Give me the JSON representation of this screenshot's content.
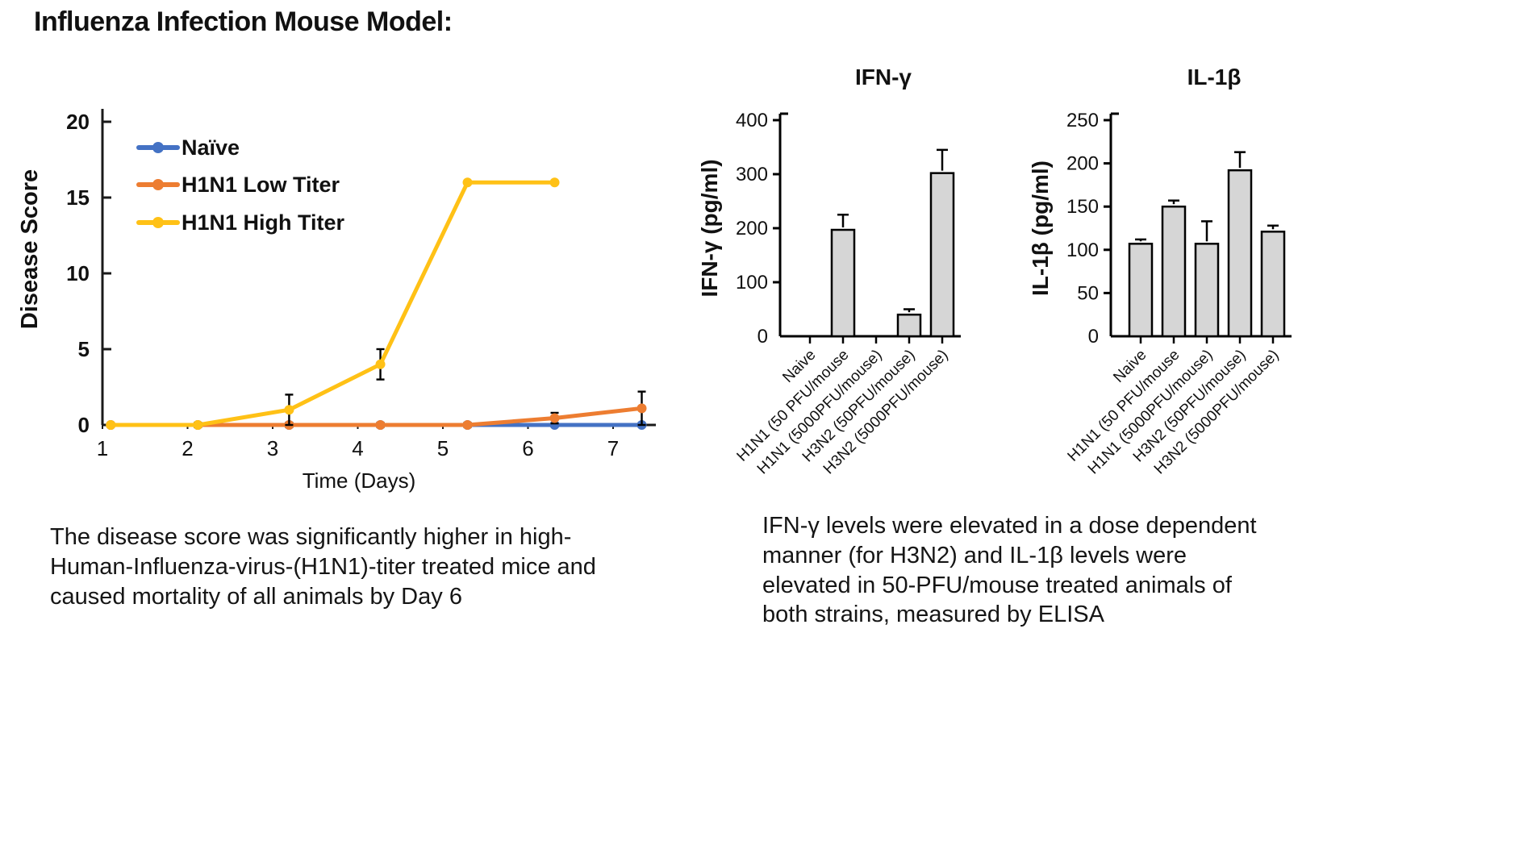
{
  "page": {
    "title": "Influenza Infection Mouse Model:"
  },
  "colors": {
    "naive_blue": "#4472C4",
    "low_titer_orange": "#ED7D31",
    "high_titer_yellow": "#FFC116",
    "bar_fill": "#D6D6D6",
    "bar_stroke": "#000000",
    "axis": "#1a1a1a",
    "text": "#111111"
  },
  "chart_data": [
    {
      "type": "line",
      "title": "",
      "xlabel": "Time (Days)",
      "ylabel": "Disease Score",
      "xlim": [
        0.95,
        7.62
      ],
      "ylim": [
        0,
        20
      ],
      "xticks": [
        1,
        2,
        3,
        4,
        5,
        6,
        7
      ],
      "yticks": [
        0,
        5,
        10,
        15,
        20
      ],
      "grid": false,
      "legend_position": "inside-top-left",
      "series": [
        {
          "name": "Naïve",
          "color": "#4472C4",
          "x": [
            1.05,
            2.1,
            3.2,
            4.3,
            5.35,
            6.4,
            7.45
          ],
          "y": [
            0,
            0,
            0,
            0,
            0,
            0,
            0
          ],
          "err": [
            0,
            0,
            0,
            0,
            0,
            0,
            0
          ]
        },
        {
          "name": "H1N1 Low Titer",
          "color": "#ED7D31",
          "x": [
            1.05,
            2.1,
            3.2,
            4.3,
            5.35,
            6.4,
            7.45
          ],
          "y": [
            0,
            0,
            0,
            0,
            0,
            0.45,
            1.1
          ],
          "err": [
            0,
            0,
            0.15,
            0.15,
            0.15,
            0.35,
            1.1
          ]
        },
        {
          "name": "H1N1 High Titer",
          "color": "#FFC116",
          "x": [
            1.05,
            2.1,
            3.2,
            4.3,
            5.35,
            6.4
          ],
          "y": [
            0,
            0,
            1,
            4,
            16,
            16
          ],
          "err": [
            0,
            0.15,
            1,
            1,
            0,
            0
          ]
        }
      ]
    },
    {
      "type": "bar",
      "title": "IFN-γ",
      "ylabel": "IFN-γ (pg/ml)",
      "ylim": [
        0,
        400
      ],
      "yticks": [
        0,
        100,
        200,
        300,
        400
      ],
      "categories": [
        "Naive",
        "H1N1 (50 PFU/mouse",
        "H1N1 (5000PFU/mouse)",
        "H3N2 (50PFU/mouse)",
        "H3N2 (5000PFU/mouse)"
      ],
      "values": [
        0,
        197,
        0,
        40,
        302
      ],
      "errors": [
        0,
        28,
        0,
        10,
        43
      ]
    },
    {
      "type": "bar",
      "title": "IL-1β",
      "ylabel": "IL-1β (pg/ml)",
      "ylim": [
        0,
        250
      ],
      "yticks": [
        0,
        50,
        100,
        150,
        200,
        250
      ],
      "categories": [
        "Naive",
        "H1N1 (50 PFU/mouse",
        "H1N1 (5000PFU/mouse)",
        "H3N2 (50PFU/mouse)",
        "H3N2 (5000PFU/mouse)"
      ],
      "values": [
        107,
        150,
        107,
        192,
        121
      ],
      "errors": [
        5,
        7,
        26,
        21,
        7
      ]
    }
  ],
  "captions": {
    "left": "The disease score was significantly higher in high-\nHuman-Influenza-virus-(H1N1)-titer treated mice and\ncaused mortality of all animals by Day 6",
    "right": "IFN-γ levels were elevated in a dose dependent\nmanner (for H3N2) and IL-1β levels were\nelevated in 50-PFU/mouse treated animals of\nboth strains, measured by ELISA"
  }
}
